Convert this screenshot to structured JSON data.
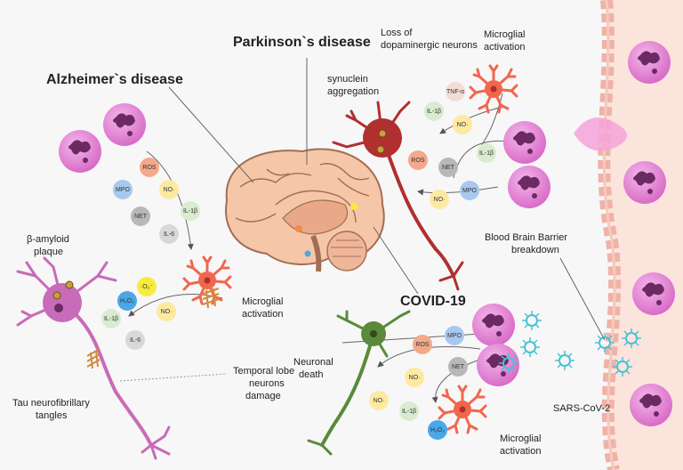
{
  "titles": {
    "alzheimer": "Alzheimer`s disease",
    "parkinson": "Parkinson`s disease",
    "covid": "COVID-19"
  },
  "labels": {
    "synuclein": [
      "synuclein",
      "aggregation"
    ],
    "dopaminergic": [
      "Loss of",
      "dopaminergic neurons"
    ],
    "microglial_pd": [
      "Microglial",
      "activation"
    ],
    "amyloid": [
      "β-amyloid",
      "plaque"
    ],
    "microglial_ad": [
      "Microglial",
      "activation"
    ],
    "temporal": [
      "Temporal lobe",
      "neurons",
      "damage"
    ],
    "tau": [
      "Tau neurofibrillary",
      "tangles"
    ],
    "bbb": [
      "Blood Brain Barrier",
      "breakdown"
    ],
    "neuronal_death": [
      "Neuronal",
      "death"
    ],
    "microglial_covid": [
      "Microglial",
      "activation"
    ],
    "sars": "SARS-CoV-2"
  },
  "bubbles": {
    "ad": [
      {
        "text": "ROS",
        "color": "#f3a98a"
      },
      {
        "text": "NO·",
        "color": "#fde9a0"
      },
      {
        "text": "MPO",
        "color": "#a8c8ee"
      },
      {
        "text": "IL-1β",
        "color": "#d9ecd0"
      },
      {
        "text": "NET",
        "color": "#b8b8b8"
      },
      {
        "text": "IL-6",
        "color": "#d8d8d8"
      },
      {
        "text": "·O₂⁻",
        "color": "#f7ec3c"
      },
      {
        "text": "H₂O₂",
        "color": "#4aa7e8"
      },
      {
        "text": "NO·",
        "color": "#fde9a0"
      },
      {
        "text": "IL-1β",
        "color": "#d9ecd0"
      },
      {
        "text": "IL-6",
        "color": "#d8d8d8"
      }
    ],
    "pd": [
      {
        "text": "TNF-α",
        "color": "#f2dcd6"
      },
      {
        "text": "IL-1β",
        "color": "#d9ecd0"
      },
      {
        "text": "NO·",
        "color": "#fde9a0"
      },
      {
        "text": "IL-1β",
        "color": "#d9ecd0"
      },
      {
        "text": "ROS",
        "color": "#f3a98a"
      },
      {
        "text": "NET",
        "color": "#b8b8b8"
      },
      {
        "text": "NO·",
        "color": "#fde9a0"
      },
      {
        "text": "MPO",
        "color": "#a8c8ee"
      }
    ],
    "covid": [
      {
        "text": "ROS",
        "color": "#f3a98a"
      },
      {
        "text": "MPO",
        "color": "#a8c8ee"
      },
      {
        "text": "NET",
        "color": "#b8b8b8"
      },
      {
        "text": "NO·",
        "color": "#fde9a0"
      },
      {
        "text": "NO·",
        "color": "#fde9a0"
      },
      {
        "text": "IL-1β",
        "color": "#d9ecd0"
      },
      {
        "text": "H₂O₂",
        "color": "#4aa7e8"
      }
    ]
  },
  "colors": {
    "neutrophil": "#e58ad6",
    "microglia": "#f2664e",
    "ad_neuron": "#c86bb8",
    "pd_neuron": "#b0302f",
    "covid_neuron": "#5a8a3a",
    "vessel": "#fbe4dc",
    "virus": "#4bc1d6"
  }
}
